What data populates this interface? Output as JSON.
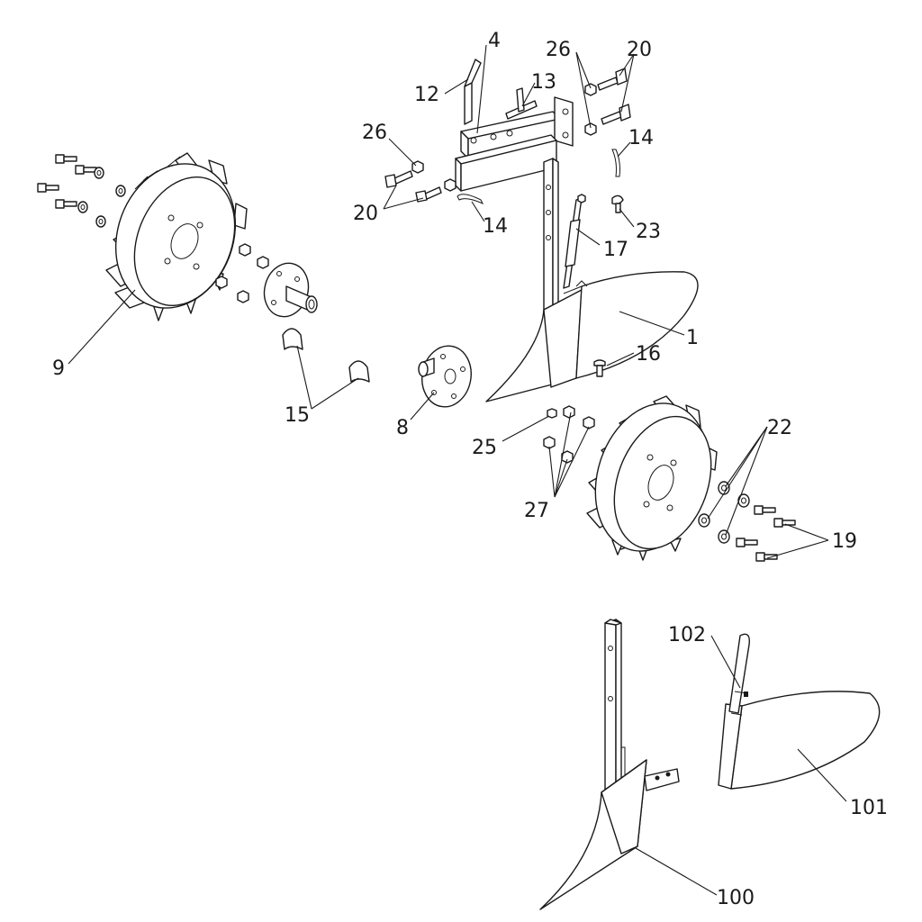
{
  "callouts": [
    {
      "id": "c4",
      "label": "4"
    },
    {
      "id": "c12",
      "label": "12"
    },
    {
      "id": "c13",
      "label": "13"
    },
    {
      "id": "c26a",
      "label": "26"
    },
    {
      "id": "c20a",
      "label": "20"
    },
    {
      "id": "c14a",
      "label": "14"
    },
    {
      "id": "c26b",
      "label": "26"
    },
    {
      "id": "c20b",
      "label": "20"
    },
    {
      "id": "c14b",
      "label": "14"
    },
    {
      "id": "c23",
      "label": "23"
    },
    {
      "id": "c17",
      "label": "17"
    },
    {
      "id": "c1",
      "label": "1"
    },
    {
      "id": "c16",
      "label": "16"
    },
    {
      "id": "c9",
      "label": "9"
    },
    {
      "id": "c15",
      "label": "15"
    },
    {
      "id": "c8",
      "label": "8"
    },
    {
      "id": "c25",
      "label": "25"
    },
    {
      "id": "c22",
      "label": "22"
    },
    {
      "id": "c27",
      "label": "27"
    },
    {
      "id": "c19",
      "label": "19"
    },
    {
      "id": "c102",
      "label": "102"
    },
    {
      "id": "c101",
      "label": "101"
    },
    {
      "id": "c100",
      "label": "100"
    }
  ]
}
